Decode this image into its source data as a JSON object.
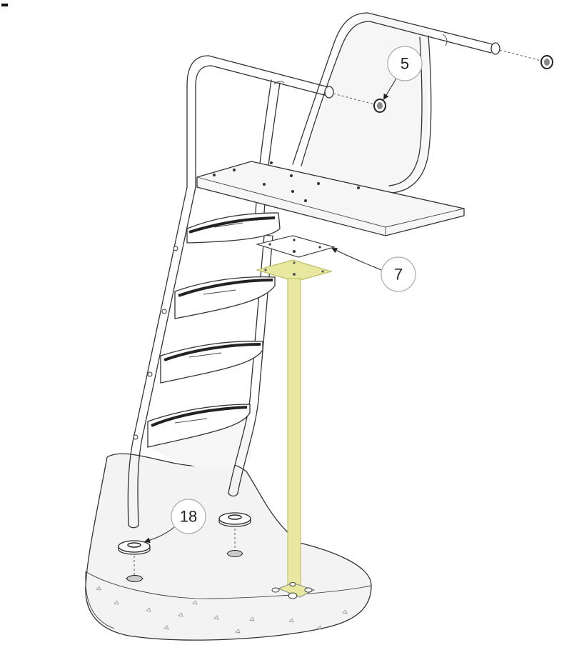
{
  "figure": {
    "highlight_color": "#e8e8a0",
    "concrete_color": "#f3f3f3",
    "panel_color": "#f6f6f6",
    "callouts": [
      {
        "label": "5"
      },
      {
        "label": "7"
      },
      {
        "label": "18"
      }
    ]
  }
}
